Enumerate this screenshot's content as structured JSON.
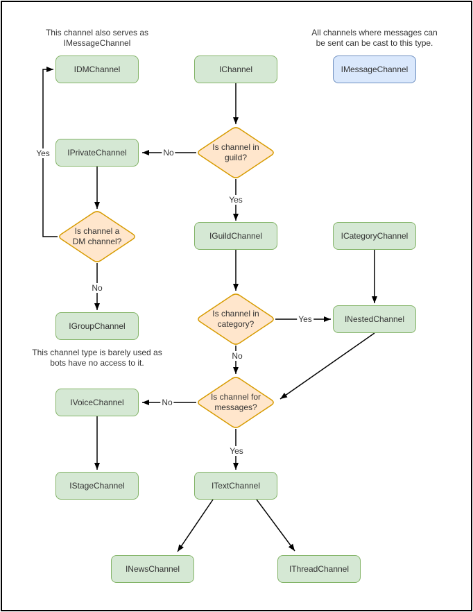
{
  "diagram": {
    "annotations": {
      "idm_note": {
        "lines": [
          "This channel also serves as",
          "IMessageChannel"
        ]
      },
      "imessage_note": {
        "lines": [
          "All channels where messages can",
          "be sent can be cast to this type."
        ]
      },
      "igroup_note": {
        "lines": [
          "This channel type is barely used as",
          "bots have no access to it."
        ]
      }
    },
    "nodes": {
      "idmchannel": {
        "label": "IDMChannel"
      },
      "ichannel": {
        "label": "IChannel"
      },
      "imessagechannel": {
        "label": "IMessageChannel"
      },
      "iprivatechannel": {
        "label": "IPrivateChannel"
      },
      "iguildchannel": {
        "label": "IGuildChannel"
      },
      "icategorychannel": {
        "label": "ICategoryChannel"
      },
      "igroupchannel": {
        "label": "IGroupChannel"
      },
      "inestedchannel": {
        "label": "INestedChannel"
      },
      "ivoicechannel": {
        "label": "IVoiceChannel"
      },
      "istagechannel": {
        "label": "IStageChannel"
      },
      "itextchannel": {
        "label": "ITextChannel"
      },
      "inewschannel": {
        "label": "INewsChannel"
      },
      "ithreadchannel": {
        "label": "IThreadChannel"
      }
    },
    "decisions": {
      "in_guild": {
        "lines": [
          "Is channel in",
          "guild?"
        ]
      },
      "is_dm": {
        "lines": [
          "Is channel a",
          "DM channel?"
        ]
      },
      "in_category": {
        "lines": [
          "Is channel in",
          "category?"
        ]
      },
      "for_messages": {
        "lines": [
          "Is channel for",
          "messages?"
        ]
      }
    },
    "edges": [
      {
        "from": "ichannel",
        "to": "in_guild",
        "label": ""
      },
      {
        "from": "in_guild",
        "to": "iprivatechannel",
        "label": "No"
      },
      {
        "from": "in_guild",
        "to": "iguildchannel",
        "label": "Yes"
      },
      {
        "from": "iprivatechannel",
        "to": "is_dm",
        "label": ""
      },
      {
        "from": "is_dm",
        "to": "idmchannel",
        "label": "Yes"
      },
      {
        "from": "is_dm",
        "to": "igroupchannel",
        "label": "No"
      },
      {
        "from": "iguildchannel",
        "to": "in_category",
        "label": ""
      },
      {
        "from": "icategorychannel",
        "to": "inestedchannel",
        "label": ""
      },
      {
        "from": "in_category",
        "to": "inestedchannel",
        "label": "Yes"
      },
      {
        "from": "in_category",
        "to": "for_messages",
        "label": "No"
      },
      {
        "from": "inestedchannel",
        "to": "for_messages",
        "label": ""
      },
      {
        "from": "for_messages",
        "to": "ivoicechannel",
        "label": "No"
      },
      {
        "from": "for_messages",
        "to": "itextchannel",
        "label": "Yes"
      },
      {
        "from": "ivoicechannel",
        "to": "istagechannel",
        "label": ""
      },
      {
        "from": "itextchannel",
        "to": "inewschannel",
        "label": ""
      },
      {
        "from": "itextchannel",
        "to": "ithreadchannel",
        "label": ""
      }
    ],
    "colors": {
      "node-fill": "#d5e8d4",
      "node-stroke": "#82b366",
      "highlight-fill": "#dae8fc",
      "highlight-stroke": "#6c8ebf",
      "decision-fill": "#ffe6cc",
      "decision-stroke": "#d79b00",
      "edge-color": "#000000",
      "text-color": "#333333"
    }
  }
}
